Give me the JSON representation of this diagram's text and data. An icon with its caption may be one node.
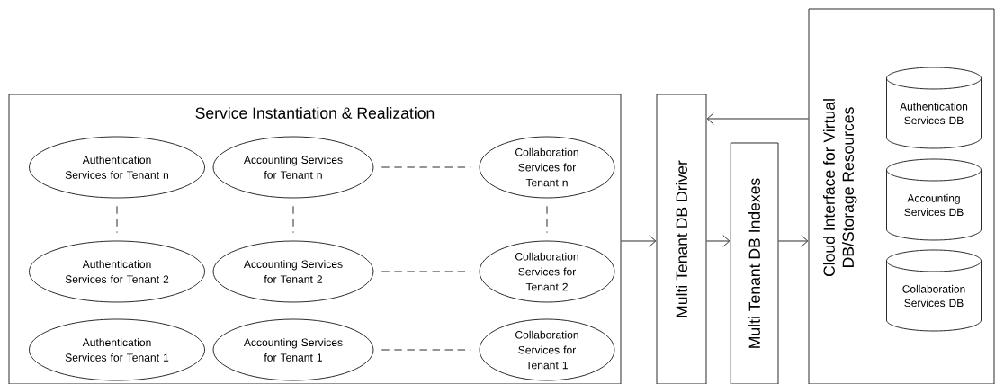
{
  "diagram": {
    "nodes": [
      {
        "text": [
          "Service Instantiation & Realization"
        ]
      },
      {
        "text": [
          "Authentication Services for Tenant n"
        ],
        "in": 0
      },
      {
        "text": [
          "Accounting Services for Tenant n"
        ],
        "in": 0
      },
      {
        "text": [
          "Collaboration Services for Tenant n"
        ],
        "in": 0
      },
      {
        "text": [
          "Authentication Services for Tenant 2"
        ],
        "in": 0
      },
      {
        "text": [
          "Accounting Services for Tenant 2"
        ],
        "in": 0
      },
      {
        "text": [
          "Collaboration Services for Tenant 2"
        ],
        "in": 0
      },
      {
        "text": [
          "Authentication Services for Tenant 1"
        ],
        "in": 0
      },
      {
        "text": [
          "Accounting Services for Tenant 1"
        ],
        "in": 0
      },
      {
        "text": [
          "Collaboration Services for Tenant 1"
        ],
        "in": 0
      },
      {
        "text": [
          "Multi Tenant DB Driver"
        ]
      },
      {
        "text": [
          "Multi Tenant DB Indexes"
        ]
      },
      {
        "text": [
          "Cloud Interface for Virtual DB/Storage Resources"
        ]
      },
      {
        "text": [
          "Authentication Services DB"
        ],
        "in": 12
      },
      {
        "text": [
          "Accounting Services DB"
        ],
        "in": 12
      },
      {
        "text": [
          "Collaboration Services DB"
        ],
        "in": 12
      }
    ],
    "edges": [
      {
        "from": 0,
        "to": 10,
        "arrow": "to"
      },
      {
        "from": 10,
        "to": 11,
        "arrow": "to"
      },
      {
        "from": 11,
        "to": 12,
        "arrow": "to"
      },
      {
        "from": 12,
        "to": 10,
        "arrow": "to"
      },
      {
        "from": 1,
        "to": 4,
        "arrow": "none",
        "style": "dashed"
      },
      {
        "from": 2,
        "to": 5,
        "arrow": "none",
        "style": "dashed"
      },
      {
        "from": 3,
        "to": 6,
        "arrow": "none",
        "style": "dashed"
      },
      {
        "from": 2,
        "to": 3,
        "arrow": "none",
        "style": "dashed"
      },
      {
        "from": 5,
        "to": 6,
        "arrow": "none",
        "style": "dashed"
      },
      {
        "from": 8,
        "to": 9,
        "arrow": "none",
        "style": "dashed"
      }
    ]
  }
}
